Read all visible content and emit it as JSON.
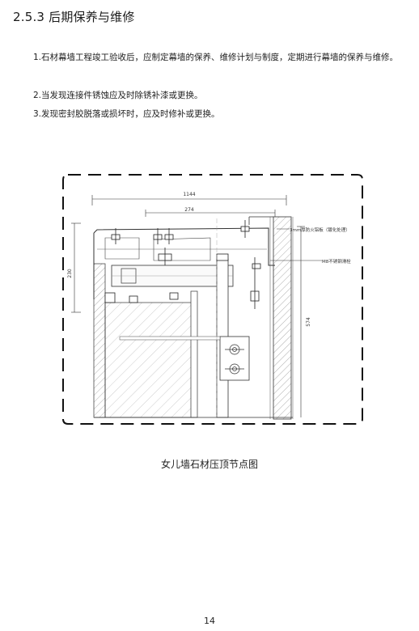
{
  "heading": "2.5.3 后期保养与维修",
  "paragraphs": [
    "1.石材幕墙工程竣工验收后，应制定幕墙的保养、维修计划与制度，定期进行幕墙的保养与维修。",
    "2.当发现连接件锈蚀应及时除锈补漆或更换。",
    "3.发现密封胶脱落或损坏时，应及时修补或更换。"
  ],
  "figure": {
    "dim_top": "1144",
    "dim_sub": "274",
    "dim_left": "230",
    "dim_right": "574",
    "label_cap": "3mm厚防火铝板（镀化处理）",
    "label_bolt": "M8不锈钢滑栓"
  },
  "caption": "女儿墙石材压顶节点图",
  "page_number": "14"
}
